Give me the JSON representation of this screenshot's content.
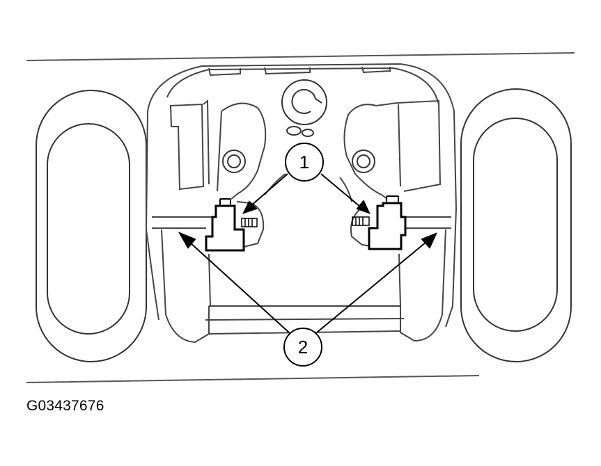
{
  "figure_id": "G03437676",
  "callouts": {
    "one": "1",
    "two": "2"
  },
  "colors": {
    "ink": "#000000",
    "line_gray": "#555555",
    "background": "#ffffff"
  }
}
